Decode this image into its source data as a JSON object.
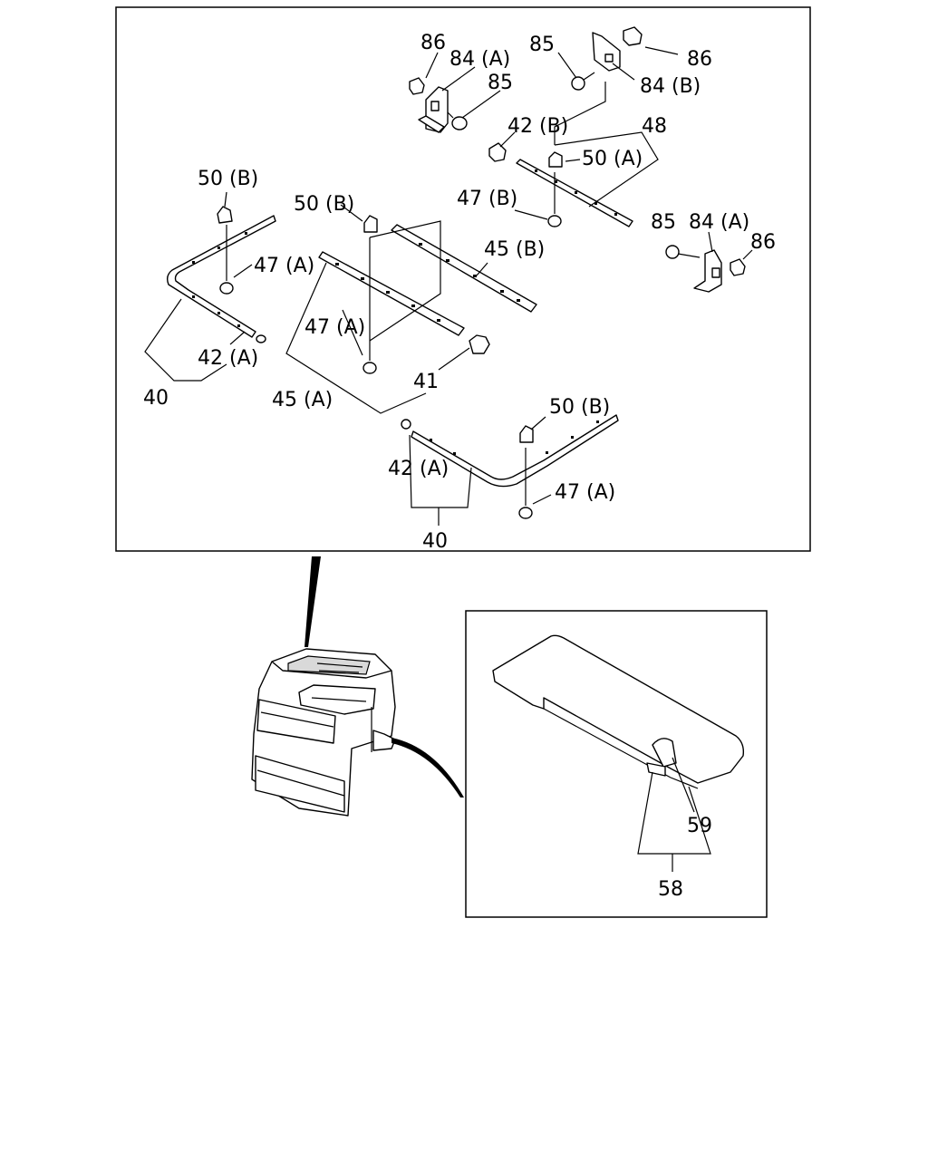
{
  "labels": {
    "l86a": "86",
    "l84a": "84 (A)",
    "l85a": "85",
    "l85b": "85",
    "l86b": "86",
    "l84b": "84 (B)",
    "l42b": "42 (B)",
    "l48": "48",
    "l50a": "50 (A)",
    "l47b": "47 (B)",
    "l85c": "85",
    "l84c": "84 (A)",
    "l86c": "86",
    "l50b1": "50 (B)",
    "l47a1": "47 (A)",
    "l42a1": "42 (A)",
    "l40a": "40",
    "l50b2": "50 (B)",
    "l45b": "45 (B)",
    "l47a2": "47 (A)",
    "l45a": "45 (A)",
    "l41": "41",
    "l50b3": "50 (B)",
    "l42a2": "42 (A)",
    "l47a3": "47 (A)",
    "l40b": "40",
    "l59": "59",
    "l58": "58"
  }
}
